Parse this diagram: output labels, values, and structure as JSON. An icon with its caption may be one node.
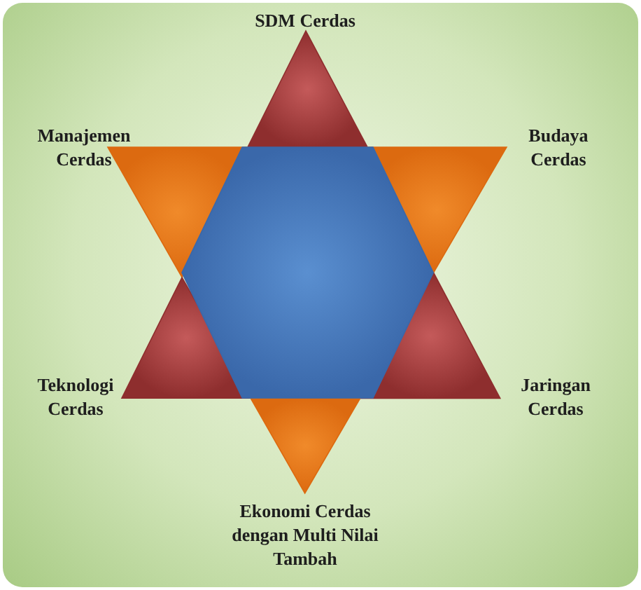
{
  "diagram": {
    "nodes": [
      {
        "text": [],
        "shape": "triangle",
        "beside": [
          "SDM Cerdas"
        ]
      },
      {
        "text": [],
        "shape": "triangle",
        "beside": [
          "Manajemen Cerdas"
        ]
      },
      {
        "text": [],
        "shape": "triangle",
        "beside": [
          "Budaya Cerdas"
        ]
      },
      {
        "text": [],
        "shape": "triangle",
        "beside": [
          "Teknologi Cerdas"
        ]
      },
      {
        "text": [],
        "shape": "triangle",
        "beside": [
          "Jaringan Cerdas"
        ]
      },
      {
        "text": [],
        "shape": "triangle",
        "beside": [
          "Ekonomi Cerdas dengan Multi Nilai Tambah"
        ]
      },
      {
        "text": [],
        "shape": "hexagon"
      }
    ]
  }
}
